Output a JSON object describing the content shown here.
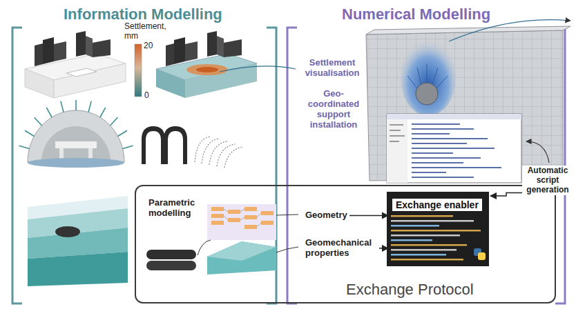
{
  "diagram": {
    "nodes": [
      {
        "text": [
          "Information Modelling"
        ]
      },
      {
        "text": [
          "Numerical Modelling"
        ]
      },
      {
        "text": [
          "Exchange Protocol"
        ]
      },
      {
        "text": [
          "Settlement visualisation"
        ],
        "in": 1
      },
      {
        "text": [
          "Geo-coordinated support installation"
        ],
        "in": 1
      },
      {
        "text": [
          "Parametric modelling"
        ],
        "in": 2
      },
      {
        "text": [
          "Geometry"
        ],
        "in": 2
      },
      {
        "text": [
          "Geomechanical properties"
        ],
        "in": 2
      },
      {
        "text": [
          "Exchange enabler"
        ],
        "in": 2
      },
      {
        "text": [
          "Automatic script generation"
        ],
        "in": 1
      }
    ],
    "edges": [
      {
        "from": 6,
        "to": 8,
        "arrow": "to"
      },
      {
        "from": 7,
        "to": 8,
        "arrow": "to"
      },
      {
        "from": 9,
        "to": 8,
        "arrow": "to"
      }
    ],
    "labels": [
      "Settlement, mm",
      "20",
      "0"
    ]
  }
}
